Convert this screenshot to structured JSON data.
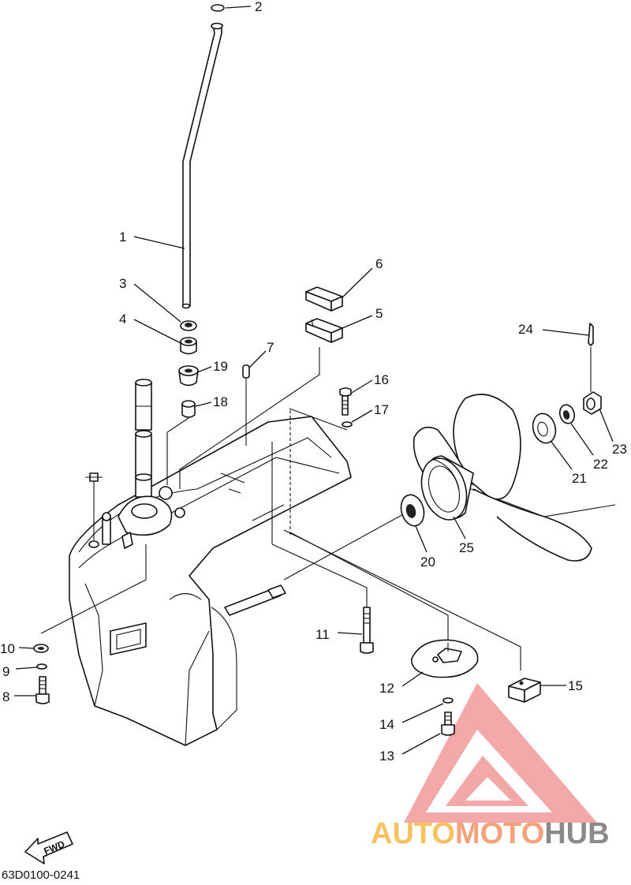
{
  "parts": [
    {
      "id": "1",
      "label": "1"
    },
    {
      "id": "2",
      "label": "2"
    },
    {
      "id": "3",
      "label": "3"
    },
    {
      "id": "4",
      "label": "4"
    },
    {
      "id": "5",
      "label": "5"
    },
    {
      "id": "6",
      "label": "6"
    },
    {
      "id": "7",
      "label": "7"
    },
    {
      "id": "8",
      "label": "8"
    },
    {
      "id": "9",
      "label": "9"
    },
    {
      "id": "10",
      "label": "10"
    },
    {
      "id": "11",
      "label": "11"
    },
    {
      "id": "12",
      "label": "12"
    },
    {
      "id": "13",
      "label": "13"
    },
    {
      "id": "14",
      "label": "14"
    },
    {
      "id": "15",
      "label": "15"
    },
    {
      "id": "16",
      "label": "16"
    },
    {
      "id": "17",
      "label": "17"
    },
    {
      "id": "18",
      "label": "18"
    },
    {
      "id": "19",
      "label": "19"
    },
    {
      "id": "20",
      "label": "20"
    },
    {
      "id": "21",
      "label": "21"
    },
    {
      "id": "22",
      "label": "22"
    },
    {
      "id": "23",
      "label": "23"
    },
    {
      "id": "24",
      "label": "24"
    },
    {
      "id": "25",
      "label": "25"
    }
  ],
  "direction_label": "FWD",
  "diagram_code": "63D0100-0241",
  "watermark": {
    "brand_part1": "AUTO",
    "brand_part2": "MOTO",
    "brand_part3": "HUB",
    "color_1": "#f6c15e",
    "color_2": "#f4a27a",
    "color_3": "#8a8a8a",
    "logo_color": "#f08b8b"
  }
}
